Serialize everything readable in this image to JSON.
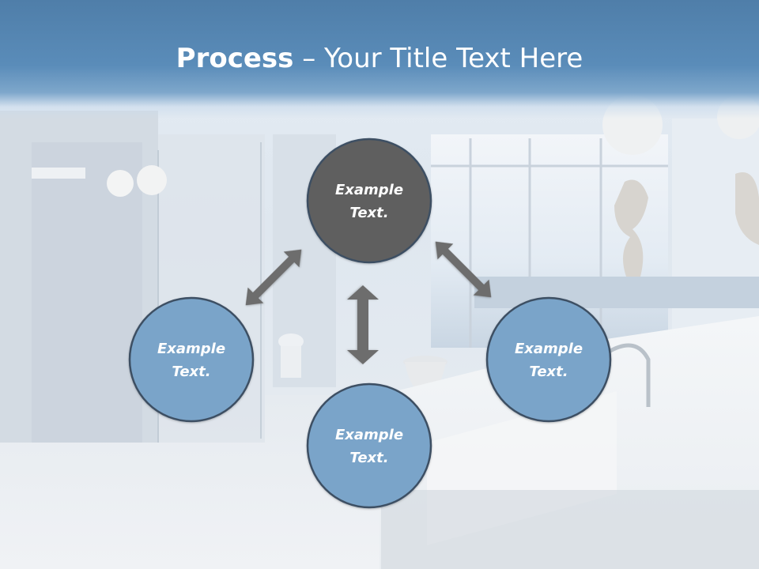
{
  "title": {
    "bold": "Process",
    "separator": "–",
    "rest": "Your Title Text Here"
  },
  "colors": {
    "header": "#5a8cb9",
    "center_node": "#5f5f5f",
    "outer_node": "#7aa4c9",
    "node_border": "#3d4f64",
    "arrow": "#6d6d6d"
  },
  "nodes": {
    "top": {
      "line1": "Example",
      "line2": "Text."
    },
    "left": {
      "line1": "Example",
      "line2": "Text."
    },
    "right": {
      "line1": "Example",
      "line2": "Text."
    },
    "bottom": {
      "line1": "Example",
      "line2": "Text."
    }
  }
}
